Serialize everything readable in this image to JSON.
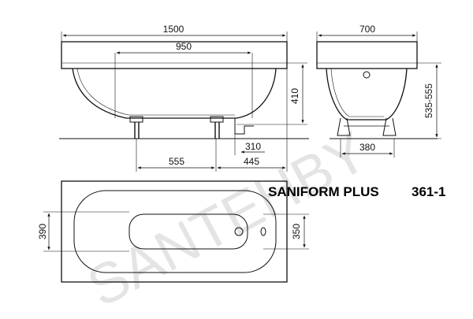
{
  "product": {
    "name": "SANIFORM PLUS",
    "model": "361-1"
  },
  "side_view": {
    "length": "1500",
    "foot_spacing": "950",
    "depth": "410",
    "foot_offset": "555",
    "waste_offset": "445",
    "waste_height": "310"
  },
  "end_view": {
    "width": "700",
    "height": "535-555",
    "foot_width": "380"
  },
  "top_view": {
    "outer_width": "390",
    "inner_width": "350"
  },
  "watermark": "SANTEHBY",
  "colors": {
    "line": "#111111",
    "watermark": "#e4e4e4"
  }
}
